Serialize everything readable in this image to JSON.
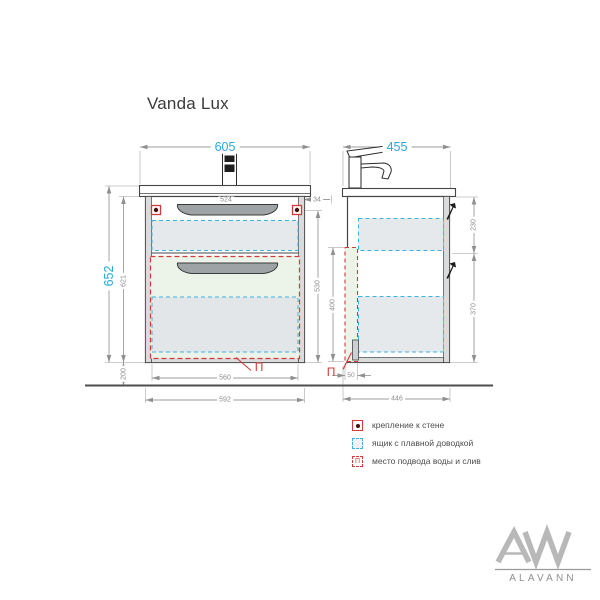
{
  "title": "Vanda Lux",
  "front_view": {
    "dims": {
      "width": "605",
      "mount_span": "524",
      "mount_offset": "34",
      "height_total": "652",
      "height_cabinet": "621",
      "mount_to_bottom": "530",
      "floor_gap": "200",
      "width_inner": "560",
      "width_body": "592"
    },
    "marker": "П"
  },
  "side_view": {
    "dims": {
      "depth": "455",
      "top_drawer_height": "230",
      "bottom_drawer_height": "370",
      "supply_zone_height": "400",
      "supply_zone_width": "50",
      "depth_body": "446"
    },
    "marker": "П"
  },
  "legend": {
    "items": [
      {
        "swatch": "wall-mount",
        "label": "крепление к стене"
      },
      {
        "swatch": "soft-close-drawer",
        "label": "ящик с плавной доводкой"
      },
      {
        "swatch": "water-supply",
        "label": "место подвода воды и слив",
        "marker": "П"
      }
    ]
  },
  "logo": {
    "monogram": "AW",
    "name": "ALAVANN"
  },
  "colors": {
    "accent_cyan": "#29a9dd",
    "accent_red": "#d23b3b",
    "dim_gray": "#8c8c8c",
    "line_dark": "#454545",
    "drawer_fill": "#e5e8ea",
    "supply_fill": "#ecf3e9",
    "logo_gray": "#8f8f8f"
  }
}
